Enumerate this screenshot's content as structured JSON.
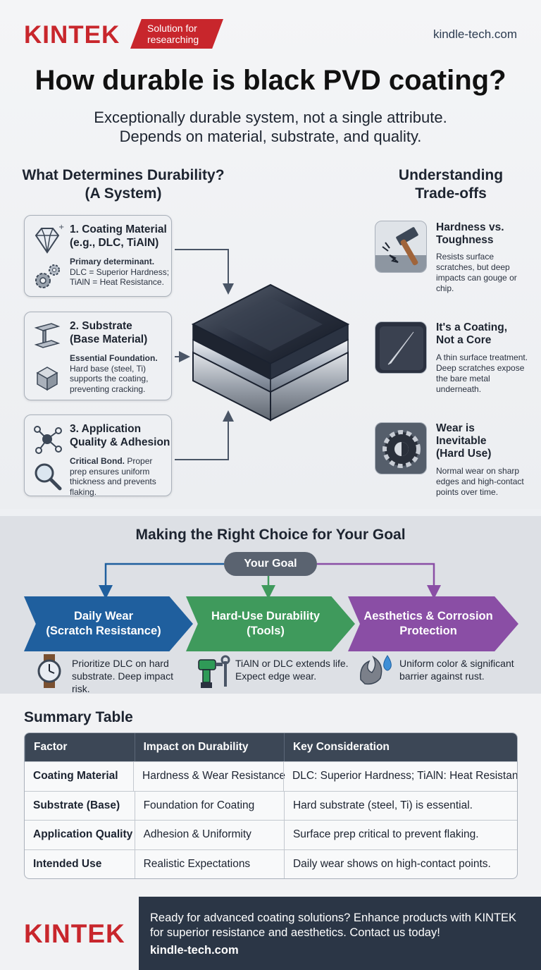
{
  "brand": {
    "logo": "KINTEK",
    "tagline": "Solution for researching",
    "site": "kindle-tech.com",
    "accent": "#c8262c"
  },
  "title": "How durable is black PVD coating?",
  "subtitle": [
    "Exceptionally durable system, not a single attribute.",
    "Depends on material, substrate, and quality."
  ],
  "determinants": {
    "heading": [
      "What Determines Durability?",
      "(A System)"
    ],
    "cards": [
      {
        "title": [
          "1. Coating Material",
          "(e.g., DLC, TiAlN)"
        ],
        "lead": "Primary determinant.",
        "text": "DLC = Superior Hardness; TiAlN = Heat Resistance.",
        "icons": [
          "diamond-icon",
          "gears-icon"
        ]
      },
      {
        "title": [
          "2. Substrate",
          "(Base Material)"
        ],
        "lead": "Essential Foundation.",
        "text": "Hard base (steel, Ti) supports the coating, preventing cracking.",
        "icons": [
          "i-beam-icon",
          "metal-block-icon"
        ]
      },
      {
        "title": [
          "3. Application",
          "Quality & Adhesion"
        ],
        "lead": "Critical Bond.",
        "text": "Proper prep ensures uniform thickness and prevents flaking.",
        "icons": [
          "molecule-icon",
          "magnifier-icon"
        ]
      }
    ]
  },
  "tradeoffs": {
    "heading": [
      "Understanding",
      "Trade-offs"
    ],
    "items": [
      {
        "title": [
          "Hardness vs.",
          "Toughness"
        ],
        "text": "Resists surface scratches, but deep impacts can gouge or chip.",
        "icon": "hammer-impact-icon"
      },
      {
        "title": [
          "It's a Coating,",
          "Not a Core"
        ],
        "text": "A thin surface treatment. Deep scratches expose the bare metal underneath.",
        "icon": "scratch-icon"
      },
      {
        "title": [
          "Wear is",
          "Inevitable",
          "(Hard Use)"
        ],
        "text": "Normal wear on sharp edges and high-contact points over time.",
        "icon": "worn-gear-icon"
      }
    ]
  },
  "choice": {
    "heading": "Making the Right Choice for Your Goal",
    "goal": "Your Goal",
    "options": [
      {
        "label": [
          "Daily Wear",
          "(Scratch Resistance)"
        ],
        "color": "#1f5f9e",
        "text": "Prioritize DLC on hard substrate. Deep impact risk.",
        "icon": "watch-icon"
      },
      {
        "label": [
          "Hard-Use Durability",
          "(Tools)"
        ],
        "color": "#3f9a5c",
        "text": "TiAlN or DLC extends life. Expect edge wear.",
        "icon": "drill-wrench-icon"
      },
      {
        "label": [
          "Aesthetics & Corrosion",
          "Protection"
        ],
        "color": "#8a4ea5",
        "text": "Uniform color & significant barrier against rust.",
        "icon": "ornament-droplet-icon"
      }
    ]
  },
  "summary": {
    "heading": "Summary Table",
    "columns": [
      "Factor",
      "Impact on Durability",
      "Key Consideration"
    ],
    "rows": [
      [
        "Coating Material",
        "Hardness & Wear Resistance",
        "DLC: Superior Hardness; TiAlN: Heat Resistance."
      ],
      [
        "Substrate (Base)",
        "Foundation for Coating",
        "Hard substrate (steel, Ti) is essential."
      ],
      [
        "Application Quality",
        "Adhesion & Uniformity",
        "Surface prep critical to prevent flaking."
      ],
      [
        "Intended Use",
        "Realistic Expectations",
        "Daily wear shows on high-contact points."
      ]
    ]
  },
  "footer": {
    "logo": "KINTEK",
    "text": "Ready for advanced coating solutions? Enhance products with KINTEK for superior resistance and aesthetics. Contact us today!",
    "site": "kindle-tech.com"
  }
}
